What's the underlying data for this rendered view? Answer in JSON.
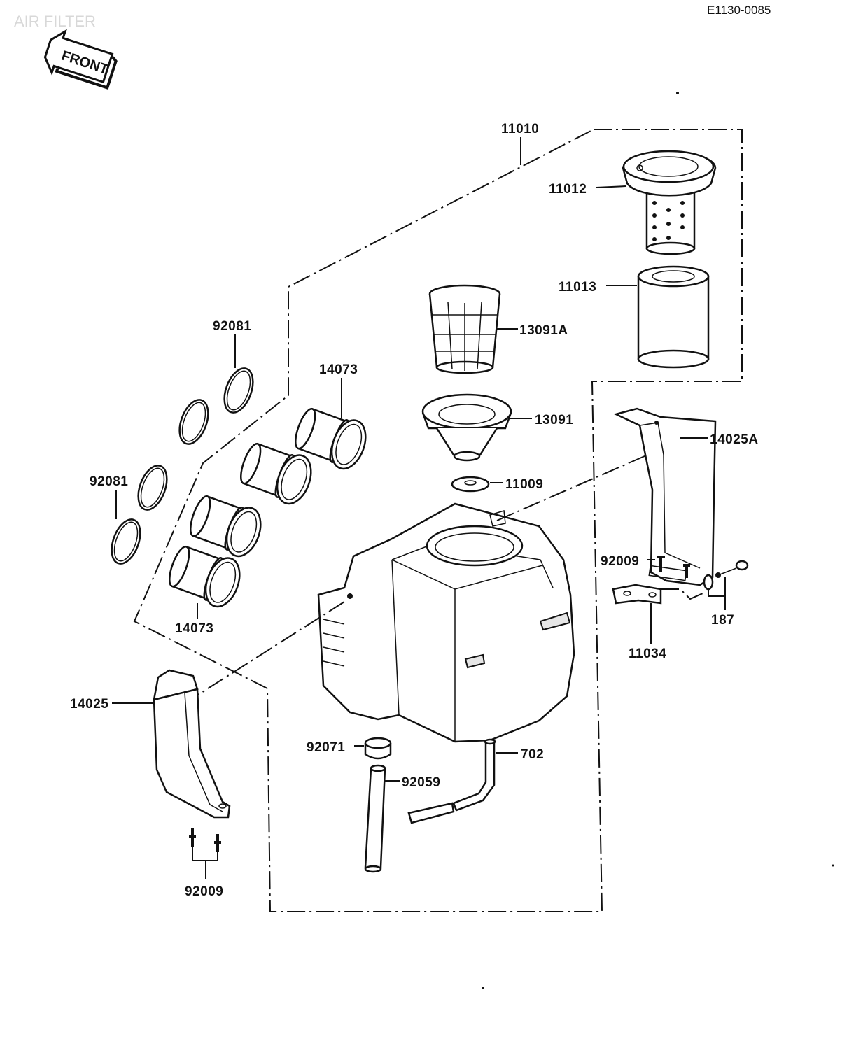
{
  "header": {
    "title": "AIR FILTER",
    "code": "E1130-0085",
    "front_badge": "FRONT"
  },
  "parts": {
    "p11010": "11010",
    "p11012": "11012",
    "p11013": "11013",
    "p13091A": "13091A",
    "p13091": "13091",
    "p11009": "11009",
    "p14025A": "14025A",
    "p92081_a": "92081",
    "p92081_b": "92081",
    "p14073_a": "14073",
    "p14073_b": "14073",
    "p92009_a": "92009",
    "p92009_b": "92009",
    "p187": "187",
    "p11034": "11034",
    "p14025": "14025",
    "p92071": "92071",
    "p92059": "92059",
    "p702": "702"
  }
}
